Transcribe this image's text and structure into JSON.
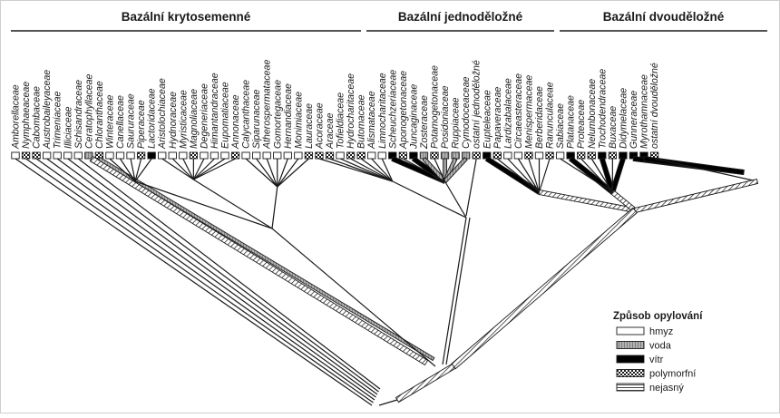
{
  "groups": [
    {
      "title": "Bazální krytosemenné",
      "from": 0,
      "to": 30
    },
    {
      "title": "Bazální jednoděložné",
      "from": 31,
      "to": 46
    },
    {
      "title": "Bazální dvouděložné",
      "from": 47,
      "to": 63
    }
  ],
  "taxa": [
    {
      "name": "Amborellaceae",
      "mode": "hmyz"
    },
    {
      "name": "Nymphaeaceae",
      "mode": "polymorfni"
    },
    {
      "name": "Cabombaceae",
      "mode": "polymorfni"
    },
    {
      "name": "Austrobaileyaceae",
      "mode": "hmyz"
    },
    {
      "name": "Trimeniaceae",
      "mode": "hmyz"
    },
    {
      "name": "Illiciaceae",
      "mode": "hmyz"
    },
    {
      "name": "Schisandraceae",
      "mode": "hmyz"
    },
    {
      "name": "Ceratophyllaceae",
      "mode": "voda"
    },
    {
      "name": "Chloranthaceae",
      "mode": "polymorfni"
    },
    {
      "name": "Winteraceae",
      "mode": "hmyz"
    },
    {
      "name": "Canellaceae",
      "mode": "hmyz"
    },
    {
      "name": "Saururaceae",
      "mode": "hmyz"
    },
    {
      "name": "Piperaceae",
      "mode": "polymorfni"
    },
    {
      "name": "Lactoridaceae",
      "mode": "vitr"
    },
    {
      "name": "Aristolochiaceae",
      "mode": "hmyz"
    },
    {
      "name": "Hydnoraceae",
      "mode": "hmyz"
    },
    {
      "name": "Myristicaceae",
      "mode": "hmyz"
    },
    {
      "name": "Magnoliaceae",
      "mode": "polymorfni"
    },
    {
      "name": "Degeneriaceae",
      "mode": "hmyz"
    },
    {
      "name": "Himantandraceae",
      "mode": "hmyz"
    },
    {
      "name": "Eupomatiaceae",
      "mode": "hmyz"
    },
    {
      "name": "Annonaceae",
      "mode": "polymorfni"
    },
    {
      "name": "Calycanthaceae",
      "mode": "hmyz"
    },
    {
      "name": "Siparunaceae",
      "mode": "hmyz"
    },
    {
      "name": "Atherospermataceae",
      "mode": "hmyz"
    },
    {
      "name": "Gomortegaceae",
      "mode": "hmyz"
    },
    {
      "name": "Hernandiaceae",
      "mode": "hmyz"
    },
    {
      "name": "Monimiaceae",
      "mode": "hmyz"
    },
    {
      "name": "Lauraceae",
      "mode": "polymorfni"
    },
    {
      "name": "Acoraceae",
      "mode": "polymorfni"
    },
    {
      "name": "Araceae",
      "mode": "polymorfni"
    },
    {
      "name": "Tofieldiaceae",
      "mode": "hmyz"
    },
    {
      "name": "Hydrocharitaceae",
      "mode": "polymorfni"
    },
    {
      "name": "Butomaceae",
      "mode": "polymorfni"
    },
    {
      "name": "Alismataceae",
      "mode": "hmyz"
    },
    {
      "name": "Limnocharitaceae",
      "mode": "hmyz"
    },
    {
      "name": "Scheuchzeriaceae",
      "mode": "vitr"
    },
    {
      "name": "Aponogetonaceae",
      "mode": "polymorfni"
    },
    {
      "name": "Juncaginaceae",
      "mode": "vitr"
    },
    {
      "name": "Zosteraceae",
      "mode": "voda"
    },
    {
      "name": "Potamogetonaceae",
      "mode": "polymorfni"
    },
    {
      "name": "Posidoniaceae",
      "mode": "voda"
    },
    {
      "name": "Ruppiaceae",
      "mode": "voda"
    },
    {
      "name": "Cymodoceaceae",
      "mode": "voda"
    },
    {
      "name": "ostatní jednoděložné",
      "mode": "polymorfni"
    },
    {
      "name": "Eupteleaceae",
      "mode": "vitr"
    },
    {
      "name": "Papaveraceae",
      "mode": "polymorfni"
    },
    {
      "name": "Lardizabalaceae",
      "mode": "hmyz"
    },
    {
      "name": "Circaeasteraceae",
      "mode": "hmyz"
    },
    {
      "name": "Menispermaceae",
      "mode": "polymorfni"
    },
    {
      "name": "Berberidaceae",
      "mode": "hmyz"
    },
    {
      "name": "Ranunculaceae",
      "mode": "polymorfni"
    },
    {
      "name": "Sabiaceae",
      "mode": "hmyz"
    },
    {
      "name": "Platanaceae",
      "mode": "vitr"
    },
    {
      "name": "Proteaceae",
      "mode": "polymorfni"
    },
    {
      "name": "Nelumbonaceae",
      "mode": "polymorfni"
    },
    {
      "name": "Trochodendraceae",
      "mode": "vitr"
    },
    {
      "name": "Buxaceae",
      "mode": "polymorfni"
    },
    {
      "name": "Didymelaceae",
      "mode": "vitr"
    },
    {
      "name": "Gunneraceae",
      "mode": "vitr"
    },
    {
      "name": "Myrothamnaceae",
      "mode": "vitr"
    },
    {
      "name": "ostatní dvouděložné",
      "mode": "polymorfni"
    }
  ],
  "legend": {
    "title": "Způsob opylování",
    "items": [
      {
        "key": "hmyz",
        "label": "hmyz"
      },
      {
        "key": "voda",
        "label": "voda"
      },
      {
        "key": "vitr",
        "label": "vítr"
      },
      {
        "key": "polymorfni",
        "label": "polymorfní"
      },
      {
        "key": "nejasny",
        "label": "nejasný"
      }
    ]
  },
  "colors": {
    "ink": "#1a1a1a",
    "water": "#9a9a9a",
    "wind": "#000000",
    "insect": "#ffffff"
  }
}
